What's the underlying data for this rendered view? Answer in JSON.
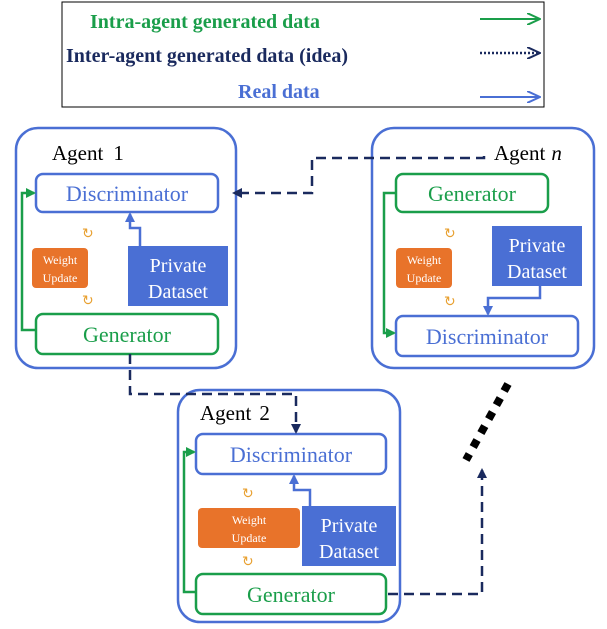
{
  "legend": {
    "intra_label": "Intra-agent generated data",
    "inter_label": "Inter-agent generated data (idea)",
    "real_label": "Real data"
  },
  "agents": [
    {
      "name": "agent-1",
      "title_prefix": "Agent",
      "title_suffix": "1",
      "discriminator_label": "Discriminator",
      "generator_label": "Generator",
      "weight_update_line1": "Weight",
      "weight_update_line2": "Update",
      "dataset_line1": "Private",
      "dataset_line2": "Dataset"
    },
    {
      "name": "agent-n",
      "title_prefix": "Agent",
      "title_suffix": "n",
      "discriminator_label": "Discriminator",
      "generator_label": "Generator",
      "weight_update_line1": "Weight",
      "weight_update_line2": "Update",
      "dataset_line1": "Private",
      "dataset_line2": "Dataset"
    },
    {
      "name": "agent-2",
      "title_prefix": "Agent",
      "title_suffix": "2",
      "discriminator_label": "Discriminator",
      "generator_label": "Generator",
      "weight_update_line1": "Weight",
      "weight_update_line2": "Update",
      "dataset_line1": "Private",
      "dataset_line2": "Dataset"
    }
  ],
  "colors": {
    "green": "#1a9e4a",
    "navy": "#1a2a5e",
    "blue": "#4a6fd4",
    "orange": "#e8732a",
    "dataset_fill": "#4a6fd4"
  }
}
